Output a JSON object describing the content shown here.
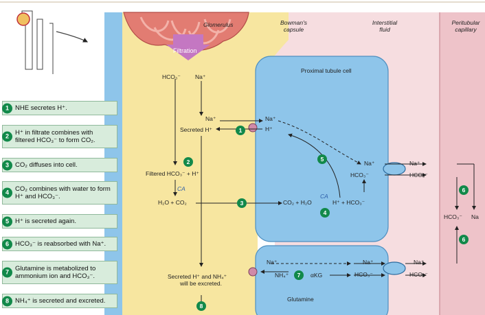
{
  "regions": {
    "glomerulus": "Glomerulus",
    "bowmans_capsule": "Bowman's capsule",
    "interstitial_fluid": "Interstitial fluid",
    "peritubular_capillary": "Peritubular capillary",
    "proximal_tubule_cell": "Proximal tubule cell",
    "filtration": "Filtration"
  },
  "steps": [
    {
      "n": "1",
      "text": "NHE secretes H⁺."
    },
    {
      "n": "2",
      "text": "H⁺ in filtrate combines with filtered HCO₃⁻ to form CO₂."
    },
    {
      "n": "3",
      "text": "CO₂ diffuses into cell."
    },
    {
      "n": "4",
      "text": "CO₂ combines with water to form H⁺ and HCO₃⁻."
    },
    {
      "n": "5",
      "text": "H⁺ is secreted again."
    },
    {
      "n": "6",
      "text": "HCO₃⁻ is reabsorbed with Na⁺."
    },
    {
      "n": "7",
      "text": "Glutamine is metabolized to ammonium ion and HCO₃⁻."
    },
    {
      "n": "8",
      "text": "NH₄⁺ is secreted and excreted."
    }
  ],
  "labels": {
    "hco3_filtrate": "HCO₃⁻",
    "na_filtrate": "Na⁺",
    "na_lumen": "Na⁺",
    "secreted_h": "Secreted H⁺",
    "na_cell": "Na⁺",
    "h_cell": "H⁺",
    "filtered_hco3_h": "Filtered HCO₃⁻ + H⁺",
    "ca_lumen": "CA",
    "h2o_co2": "H₂O + CO₂",
    "co2_h2o_cell": "CO₂ + H₂O",
    "ca_cell": "CA",
    "h_hco3_cell": "H⁺ + HCO₃⁻",
    "na_basolateral_in": "Na⁺",
    "hco3_basolateral_in": "HCO₃⁻",
    "na_basolateral_out": "Na⁺",
    "hco3_basolateral_out": "HCO₃⁻",
    "hco3_capillary": "HCO₃⁻",
    "na_capillary": "Na",
    "na_lower_lumen": "Na⁺",
    "nh4_cell": "NH₄⁺",
    "akg": "αKG",
    "glutamine": "Glutamine",
    "na_lower_interstitial": "Na⁺",
    "hco3_lower_interstitial": "HCO₃⁻",
    "na_lower_capillary": "Na⁺",
    "hco3_lower_capillary": "HCO₃⁻",
    "secreted_h_nh4": "Secreted H⁺ and NH₄⁺",
    "will_be_excreted": "will be excreted."
  },
  "badges": [
    "1",
    "2",
    "3",
    "4",
    "5",
    "6",
    "7",
    "8",
    "6"
  ],
  "colors": {
    "step_box": "#d8ecdc",
    "badge_green": "#12894a",
    "filtrate": "#f7e6a0",
    "cell": "#8ec5ea",
    "interstitial": "#f6dde0",
    "capillary": "#eec3c9",
    "glomerulus": "#e27c72",
    "filtration_arrow": "#c477c2"
  }
}
